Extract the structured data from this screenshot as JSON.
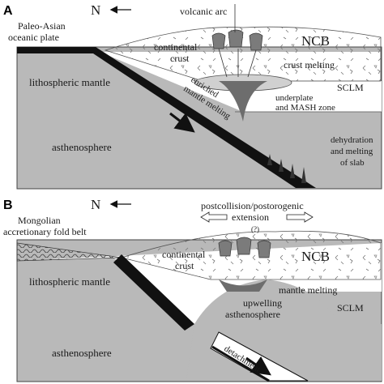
{
  "panel_a": {
    "letter": "A",
    "north": "N",
    "labels": {
      "volcanic_arc": "volcanic arc",
      "plate_line1": "Paleo-Asian",
      "plate_line2": "oceanic plate",
      "ncb": "NCB",
      "crust_line1": "continental",
      "crust_line2": "crust",
      "crust_melting": "crust melting",
      "lith_mantle": "lithospheric mantle",
      "sclm": "SCLM",
      "enriched_line1": "enriched",
      "enriched_line2": "mantle melting",
      "underplate_line1": "underplate",
      "underplate_line2": "and MASH zone",
      "asthenosphere": "asthenosphere",
      "dehydration_line1": "dehydration",
      "dehydration_line2": "and melting",
      "dehydration_line3": "of slab"
    }
  },
  "panel_b": {
    "letter": "B",
    "north": "N",
    "labels": {
      "postcollision": "postcollision/postorogenic",
      "extension": "extension",
      "fold_line1": "Mongolian",
      "fold_line2": "accretionary fold belt",
      "question": "(?)",
      "ncb": "NCB",
      "crust_line1": "continental",
      "crust_line2": "crust",
      "lith_mantle": "lithospheric mantle",
      "mantle_melting": "mantle melting",
      "upwelling_line1": "upwelling",
      "upwelling_line2": "asthenosphere",
      "sclm": "SCLM",
      "asthenosphere": "asthenosphere",
      "detachment": "detachment"
    }
  },
  "colors": {
    "asthenosphere": "#b9b9b9",
    "lithosphere": "#ffffff",
    "slab": "#111111",
    "melt": "#6d6d6d"
  }
}
